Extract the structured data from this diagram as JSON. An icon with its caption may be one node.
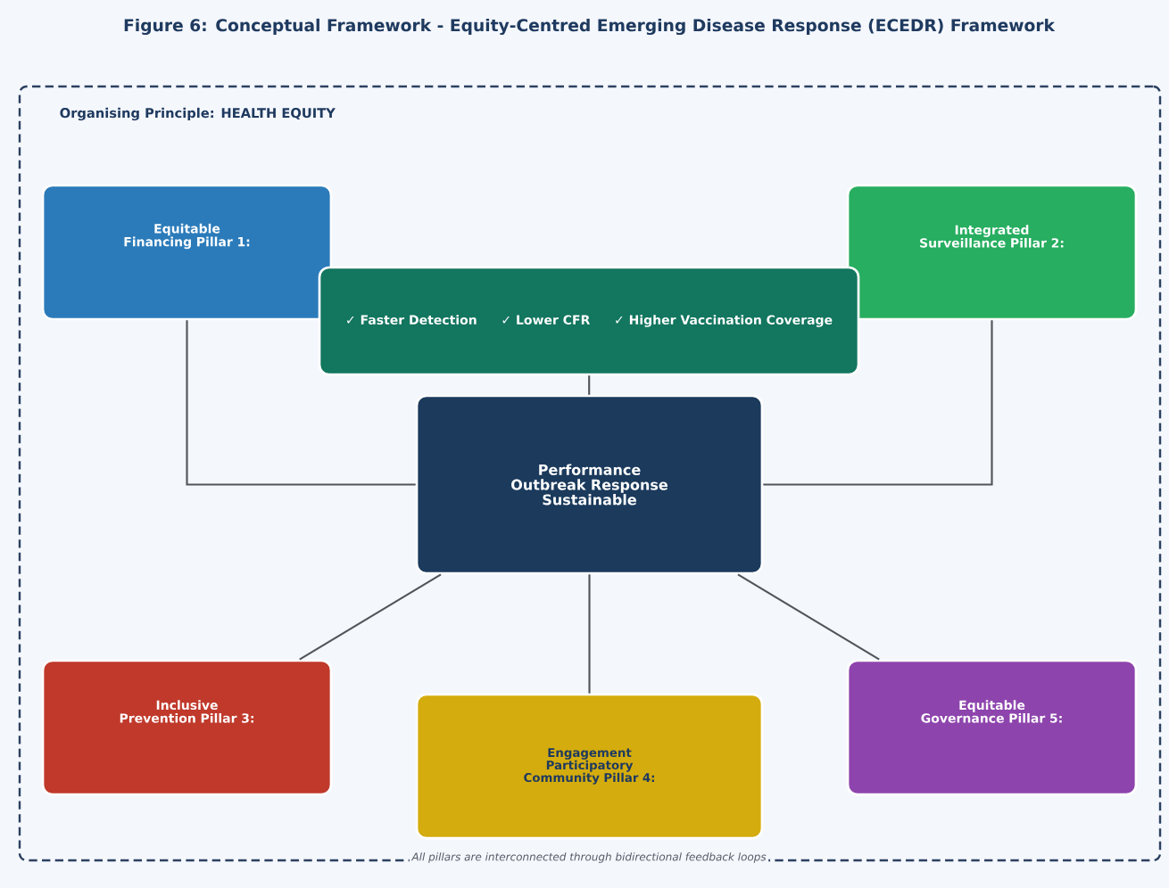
{
  "diagram": {
    "title": "Figure 6: Conceptual Framework - Equity-Centred Emerging Disease Response (ECEDR) Framework",
    "nodes": [
      {
        "text": [
          "Organising Principle: HEALTH EQUITY"
        ]
      },
      {
        "text": [
          "Equitable Financing Pillar 1:"
        ],
        "in": 0
      },
      {
        "text": [
          "Integrated Surveillance Pillar 2:"
        ],
        "in": 0
      },
      {
        "text": [
          "✓ Faster Detection",
          "✓ Lower CFR",
          "✓ Higher Vaccination Coverage"
        ],
        "in": 0
      },
      {
        "text": [
          "Performance Outbreak Response Sustainable"
        ],
        "in": 0
      },
      {
        "text": [
          "Inclusive Prevention Pillar 3:"
        ],
        "in": 0
      },
      {
        "text": [
          "Engagement Participatory Community Pillar 4:"
        ],
        "in": 0
      },
      {
        "text": [
          "Equitable Governance Pillar 5:"
        ],
        "in": 0
      }
    ],
    "edges": [
      {
        "from": 1,
        "to": 4,
        "arrow": "none"
      },
      {
        "from": 2,
        "to": 4,
        "arrow": "none"
      },
      {
        "from": 4,
        "to": 3,
        "arrow": "none"
      },
      {
        "from": 5,
        "to": 4,
        "arrow": "none"
      },
      {
        "from": 6,
        "to": 4,
        "arrow": "none"
      },
      {
        "from": 7,
        "to": 4,
        "arrow": "none"
      }
    ],
    "labels": [
      "All pillars are interconnected through bidirectional feedback loops"
    ]
  }
}
